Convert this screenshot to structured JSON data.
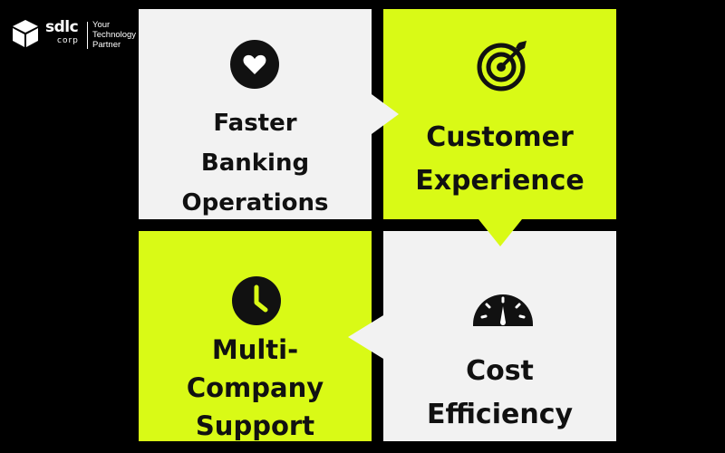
{
  "logo": {
    "brand": "sdlc",
    "brand_sub": "corp",
    "tagline": "Your\nTechnology\nPartner",
    "icon": "cube-icon"
  },
  "cards": [
    {
      "title": "Faster\nBanking\nOperations",
      "icon": "heart-icon",
      "background": "#f2f2f2"
    },
    {
      "title": "Customer\nExperience",
      "icon": "target-icon",
      "background": "#d9fa16"
    },
    {
      "title": "Multi-\nCompany\nSupport",
      "icon": "clock-icon",
      "background": "#d9fa16"
    },
    {
      "title": "Cost\nEfficiency",
      "icon": "speedometer-icon",
      "background": "#f2f2f2"
    }
  ],
  "colors": {
    "accent": "#d9fa16",
    "light": "#f2f2f2",
    "text": "#111111",
    "background": "#000000"
  }
}
